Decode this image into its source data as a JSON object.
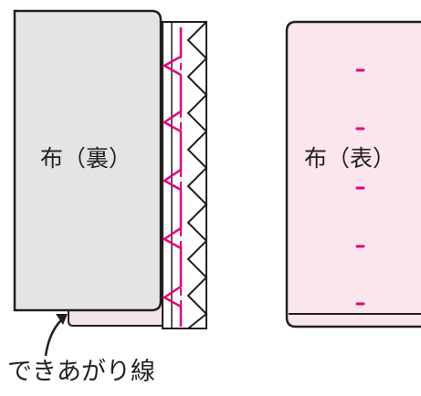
{
  "left_panel": {
    "label": "布（裏）"
  },
  "right_panel": {
    "label": "布（表）"
  },
  "annotation": {
    "label": "できあがり線"
  },
  "colors": {
    "fabric_back": "#e4e4e6",
    "fabric_front": "#fbe6ee",
    "stitch_pink": "#e6007e",
    "outline": "#231f20"
  }
}
